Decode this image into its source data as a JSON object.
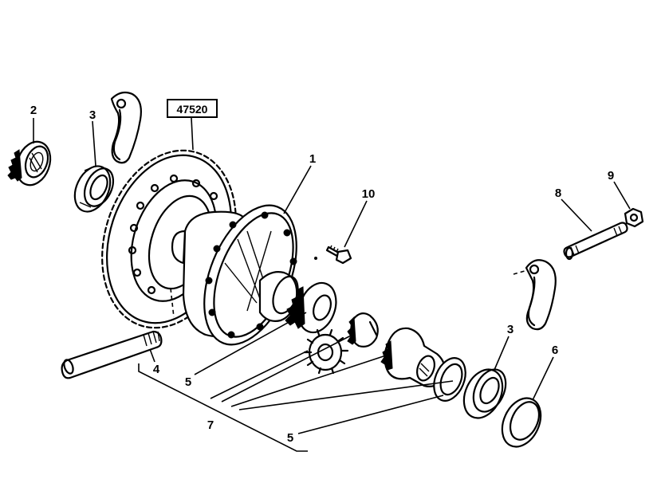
{
  "reference_code": "47520",
  "callouts": {
    "c1": "1",
    "c2": "2",
    "c3a": "3",
    "c3b": "3",
    "c4": "4",
    "c5a": "5",
    "c5b": "5",
    "c6": "6",
    "c7": "7",
    "c8": "8",
    "c9": "9",
    "c10": "10"
  }
}
